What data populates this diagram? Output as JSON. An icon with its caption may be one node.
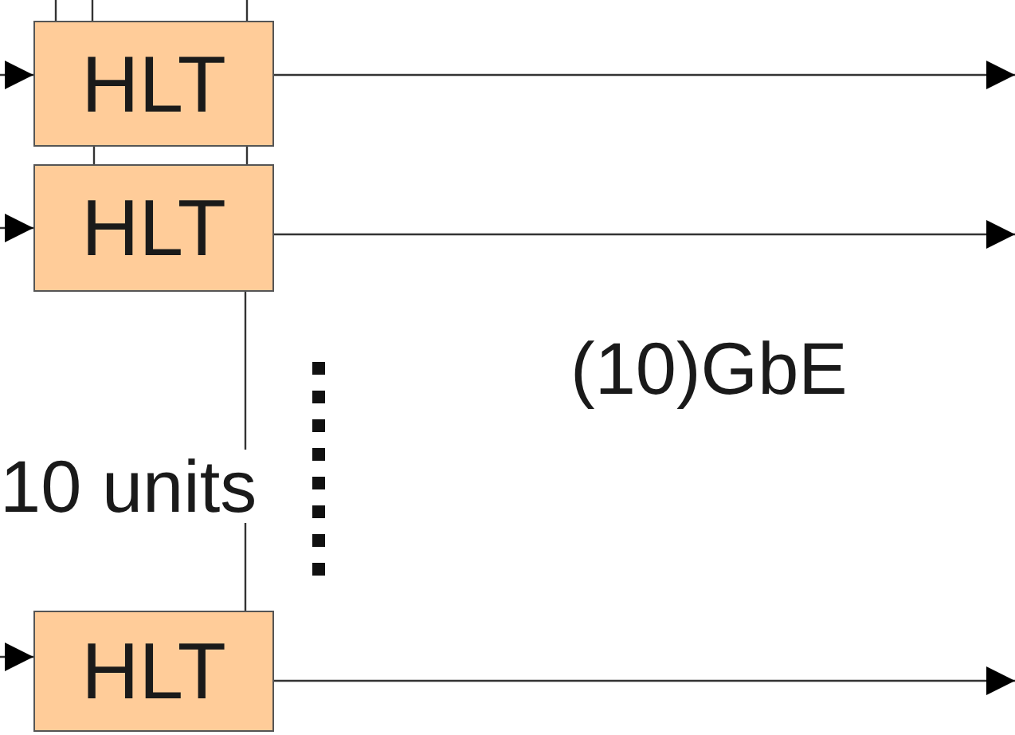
{
  "diagram": {
    "nodes": [
      {
        "text": [
          "HLT"
        ]
      },
      {
        "text": [
          "HLT"
        ]
      },
      {
        "text": [
          "HLT"
        ]
      }
    ],
    "edges": [
      {
        "from": null,
        "to": 0,
        "arrow": "to"
      },
      {
        "from": 0,
        "to": null,
        "arrow": "to"
      },
      {
        "from": null,
        "to": 1,
        "arrow": "to"
      },
      {
        "from": 1,
        "to": null,
        "arrow": "to"
      },
      {
        "from": null,
        "to": 2,
        "arrow": "to"
      },
      {
        "from": 2,
        "to": null,
        "arrow": "to"
      },
      {
        "from": null,
        "to": 0,
        "arrow": "none"
      },
      {
        "from": null,
        "to": 0,
        "arrow": "none"
      },
      {
        "from": null,
        "to": 0,
        "arrow": "none"
      },
      {
        "from": 0,
        "to": 1,
        "arrow": "none"
      },
      {
        "from": 0,
        "to": 1,
        "arrow": "none"
      },
      {
        "from": 1,
        "to": 2,
        "arrow": "none"
      }
    ],
    "labels": [
      "(10)GbE",
      "10 units"
    ]
  }
}
